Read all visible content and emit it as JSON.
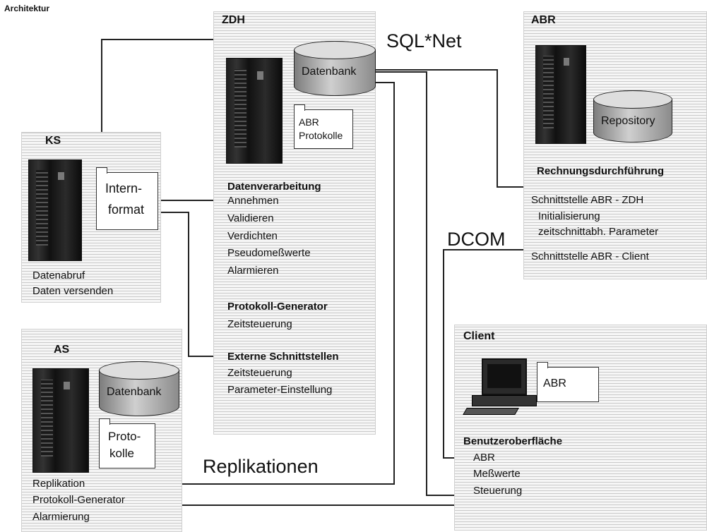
{
  "heading": "Architektur",
  "zdh": {
    "title": "ZDH",
    "db_label": "Datenbank",
    "box_line1": "ABR",
    "box_line2": "Protokolle",
    "sections": [
      {
        "title": "Datenverarbeitung",
        "items": [
          "Annehmen",
          "Validieren",
          "Verdichten",
          "Pseudomeßwerte",
          "Alarmieren"
        ]
      },
      {
        "title": "Protokoll-Generator",
        "items": [
          "Zeitsteuerung"
        ]
      },
      {
        "title": "Externe Schnittstellen",
        "items": [
          "Zeitsteuerung",
          "Parameter-Einstellung"
        ]
      }
    ]
  },
  "abr": {
    "title": "ABR",
    "repo_label": "Repository",
    "section_title": "Rechnungsdurchführung",
    "items": [
      "Schnittstelle ABR - ZDH",
      "Initialisierung",
      "zeitschnittabh. Parameter",
      "Schnittstelle ABR - Client"
    ]
  },
  "ks": {
    "title": "KS",
    "box_line1": "Intern-",
    "box_line2": "format",
    "items": [
      "Datenabruf",
      "Daten versenden"
    ]
  },
  "as": {
    "title": "AS",
    "db_label": "Datenbank",
    "box_line1": "Proto-",
    "box_line2": "kolle",
    "items": [
      "Replikation",
      "Protokoll-Generator",
      "Alarmierung"
    ]
  },
  "client": {
    "title": "Client",
    "box_label": "ABR",
    "section_title": "Benutzeroberfläche",
    "items": [
      "ABR",
      "Meßwerte",
      "Steuerung"
    ]
  },
  "labels": {
    "sqlnet": "SQL*Net",
    "dcom": "DCOM",
    "replikationen": "Replikationen"
  }
}
